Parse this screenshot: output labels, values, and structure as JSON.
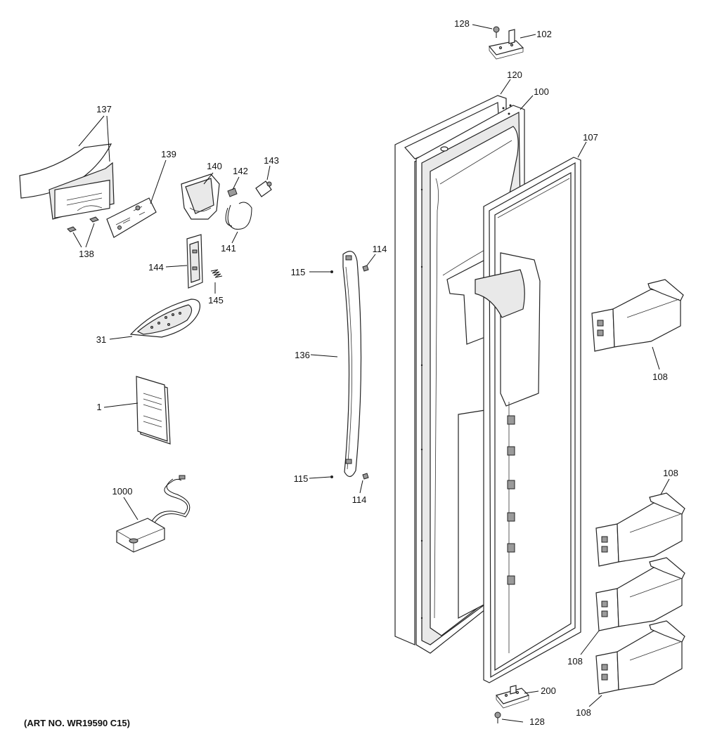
{
  "art_number": "(ART NO. WR19590 C15)",
  "labels": {
    "p137": "137",
    "p138": "138",
    "p139": "139",
    "p140": "140",
    "p141": "141",
    "p142": "142",
    "p143": "143",
    "p144": "144",
    "p145": "145",
    "p31": "31",
    "p1": "1",
    "p1000": "1000",
    "p115_top": "115",
    "p115_bottom": "115",
    "p114_top": "114",
    "p114_bottom": "114",
    "p136": "136",
    "p128_top": "128",
    "p128_bottom": "128",
    "p102": "102",
    "p120": "120",
    "p100": "100",
    "p107": "107",
    "p108_a": "108",
    "p108_b": "108",
    "p108_c": "108",
    "p108_d": "108",
    "p200": "200"
  }
}
